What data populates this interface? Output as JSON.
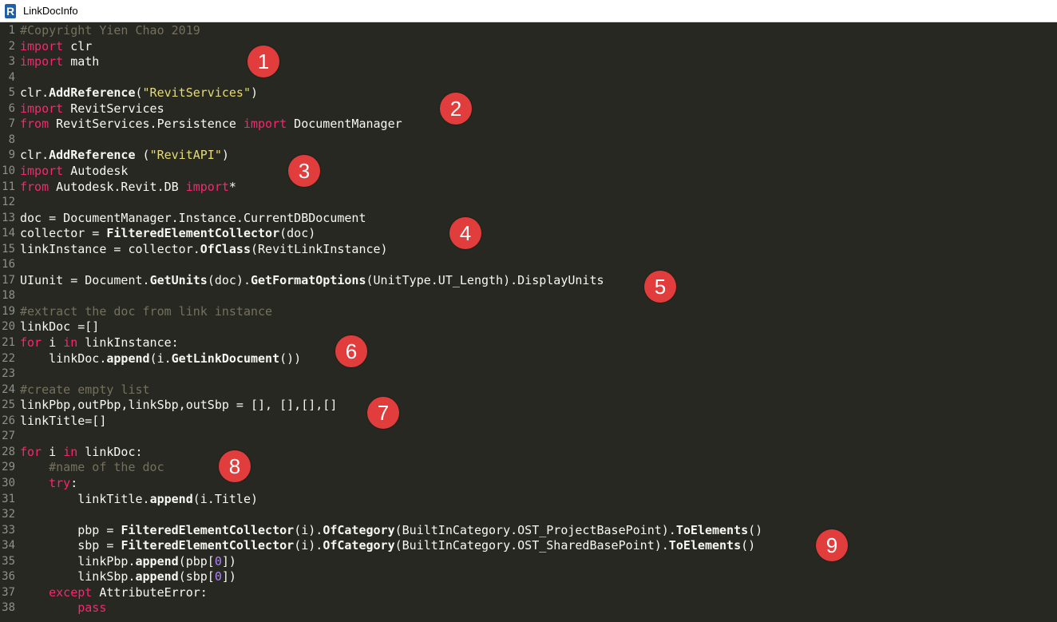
{
  "window": {
    "title": "LinkDocInfo",
    "icon": "R"
  },
  "theme": {
    "background": "#272822",
    "text": "#f8f8f2",
    "keyword": "#f92672",
    "string": "#e6db74",
    "comment": "#75715e",
    "number": "#ae81ff",
    "line_number": "#8f908a",
    "badge": "#e23d3d"
  },
  "lines": [
    {
      "n": "1",
      "tokens": [
        {
          "t": "cm",
          "v": "#Copyright Yien Chao 2019"
        }
      ]
    },
    {
      "n": "2",
      "tokens": [
        {
          "t": "kw",
          "v": "import"
        },
        {
          "t": "tx",
          "v": " clr"
        }
      ]
    },
    {
      "n": "3",
      "tokens": [
        {
          "t": "kw",
          "v": "import"
        },
        {
          "t": "tx",
          "v": " math"
        }
      ]
    },
    {
      "n": "4",
      "tokens": []
    },
    {
      "n": "5",
      "tokens": [
        {
          "t": "tx",
          "v": "clr."
        },
        {
          "t": "fn",
          "v": "AddReference"
        },
        {
          "t": "tx",
          "v": "("
        },
        {
          "t": "str",
          "v": "\"RevitServices\""
        },
        {
          "t": "tx",
          "v": ")"
        }
      ]
    },
    {
      "n": "6",
      "tokens": [
        {
          "t": "kw",
          "v": "import"
        },
        {
          "t": "tx",
          "v": " RevitServices"
        }
      ]
    },
    {
      "n": "7",
      "tokens": [
        {
          "t": "kw",
          "v": "from"
        },
        {
          "t": "tx",
          "v": " RevitServices.Persistence "
        },
        {
          "t": "kw",
          "v": "import"
        },
        {
          "t": "tx",
          "v": " DocumentManager"
        }
      ]
    },
    {
      "n": "8",
      "tokens": []
    },
    {
      "n": "9",
      "tokens": [
        {
          "t": "tx",
          "v": "clr."
        },
        {
          "t": "fn",
          "v": "AddReference"
        },
        {
          "t": "tx",
          "v": " ("
        },
        {
          "t": "str",
          "v": "\"RevitAPI\""
        },
        {
          "t": "tx",
          "v": ")"
        }
      ]
    },
    {
      "n": "10",
      "tokens": [
        {
          "t": "kw",
          "v": "import"
        },
        {
          "t": "tx",
          "v": " Autodesk"
        }
      ]
    },
    {
      "n": "11",
      "tokens": [
        {
          "t": "kw",
          "v": "from"
        },
        {
          "t": "tx",
          "v": " Autodesk.Revit.DB "
        },
        {
          "t": "kw",
          "v": "import"
        },
        {
          "t": "tx",
          "v": "*"
        }
      ]
    },
    {
      "n": "12",
      "tokens": []
    },
    {
      "n": "13",
      "tokens": [
        {
          "t": "tx",
          "v": "doc = DocumentManager.Instance.CurrentDBDocument"
        }
      ]
    },
    {
      "n": "14",
      "tokens": [
        {
          "t": "tx",
          "v": "collector = "
        },
        {
          "t": "fn",
          "v": "FilteredElementCollector"
        },
        {
          "t": "tx",
          "v": "(doc)"
        }
      ]
    },
    {
      "n": "15",
      "tokens": [
        {
          "t": "tx",
          "v": "linkInstance = collector."
        },
        {
          "t": "fn",
          "v": "OfClass"
        },
        {
          "t": "tx",
          "v": "(RevitLinkInstance)"
        }
      ]
    },
    {
      "n": "16",
      "tokens": []
    },
    {
      "n": "17",
      "tokens": [
        {
          "t": "tx",
          "v": "UIunit = Document."
        },
        {
          "t": "fn",
          "v": "GetUnits"
        },
        {
          "t": "tx",
          "v": "(doc)."
        },
        {
          "t": "fn",
          "v": "GetFormatOptions"
        },
        {
          "t": "tx",
          "v": "(UnitType.UT_Length).DisplayUnits"
        }
      ]
    },
    {
      "n": "18",
      "tokens": []
    },
    {
      "n": "19",
      "tokens": [
        {
          "t": "cm",
          "v": "#extract the doc from link instance"
        }
      ]
    },
    {
      "n": "20",
      "tokens": [
        {
          "t": "tx",
          "v": "linkDoc =[]"
        }
      ]
    },
    {
      "n": "21",
      "tokens": [
        {
          "t": "kw",
          "v": "for"
        },
        {
          "t": "tx",
          "v": " i "
        },
        {
          "t": "kw",
          "v": "in"
        },
        {
          "t": "tx",
          "v": " linkInstance:"
        }
      ]
    },
    {
      "n": "22",
      "tokens": [
        {
          "t": "tx",
          "v": "    linkDoc."
        },
        {
          "t": "fn",
          "v": "append"
        },
        {
          "t": "tx",
          "v": "(i."
        },
        {
          "t": "fn",
          "v": "GetLinkDocument"
        },
        {
          "t": "tx",
          "v": "())"
        }
      ]
    },
    {
      "n": "23",
      "tokens": []
    },
    {
      "n": "24",
      "tokens": [
        {
          "t": "cm",
          "v": "#create empty list"
        }
      ]
    },
    {
      "n": "25",
      "tokens": [
        {
          "t": "tx",
          "v": "linkPbp,outPbp,linkSbp,outSbp = [], [],[],[]"
        }
      ]
    },
    {
      "n": "26",
      "tokens": [
        {
          "t": "tx",
          "v": "linkTitle=[]"
        }
      ]
    },
    {
      "n": "27",
      "tokens": []
    },
    {
      "n": "28",
      "tokens": [
        {
          "t": "kw",
          "v": "for"
        },
        {
          "t": "tx",
          "v": " i "
        },
        {
          "t": "kw",
          "v": "in"
        },
        {
          "t": "tx",
          "v": " linkDoc:"
        }
      ]
    },
    {
      "n": "29",
      "tokens": [
        {
          "t": "tx",
          "v": "    "
        },
        {
          "t": "cm",
          "v": "#name of the doc"
        }
      ]
    },
    {
      "n": "30",
      "tokens": [
        {
          "t": "tx",
          "v": "    "
        },
        {
          "t": "kw",
          "v": "try"
        },
        {
          "t": "tx",
          "v": ":"
        }
      ]
    },
    {
      "n": "31",
      "tokens": [
        {
          "t": "tx",
          "v": "        linkTitle."
        },
        {
          "t": "fn",
          "v": "append"
        },
        {
          "t": "tx",
          "v": "(i.Title)"
        }
      ]
    },
    {
      "n": "32",
      "tokens": []
    },
    {
      "n": "33",
      "tokens": [
        {
          "t": "tx",
          "v": "        pbp = "
        },
        {
          "t": "fn",
          "v": "FilteredElementCollector"
        },
        {
          "t": "tx",
          "v": "(i)."
        },
        {
          "t": "fn",
          "v": "OfCategory"
        },
        {
          "t": "tx",
          "v": "(BuiltInCategory.OST_ProjectBasePoint)."
        },
        {
          "t": "fn",
          "v": "ToElements"
        },
        {
          "t": "tx",
          "v": "()"
        }
      ]
    },
    {
      "n": "34",
      "tokens": [
        {
          "t": "tx",
          "v": "        sbp = "
        },
        {
          "t": "fn",
          "v": "FilteredElementCollector"
        },
        {
          "t": "tx",
          "v": "(i)."
        },
        {
          "t": "fn",
          "v": "OfCategory"
        },
        {
          "t": "tx",
          "v": "(BuiltInCategory.OST_SharedBasePoint)."
        },
        {
          "t": "fn",
          "v": "ToElements"
        },
        {
          "t": "tx",
          "v": "()"
        }
      ]
    },
    {
      "n": "35",
      "tokens": [
        {
          "t": "tx",
          "v": "        linkPbp."
        },
        {
          "t": "fn",
          "v": "append"
        },
        {
          "t": "tx",
          "v": "(pbp["
        },
        {
          "t": "num",
          "v": "0"
        },
        {
          "t": "tx",
          "v": "])"
        }
      ]
    },
    {
      "n": "36",
      "tokens": [
        {
          "t": "tx",
          "v": "        linkSbp."
        },
        {
          "t": "fn",
          "v": "append"
        },
        {
          "t": "tx",
          "v": "(sbp["
        },
        {
          "t": "num",
          "v": "0"
        },
        {
          "t": "tx",
          "v": "])"
        }
      ]
    },
    {
      "n": "37",
      "tokens": [
        {
          "t": "tx",
          "v": "    "
        },
        {
          "t": "kw",
          "v": "except"
        },
        {
          "t": "tx",
          "v": " AttributeError:"
        }
      ]
    },
    {
      "n": "38",
      "tokens": [
        {
          "t": "tx",
          "v": "        "
        },
        {
          "t": "kw",
          "v": "pass"
        }
      ]
    }
  ],
  "badges": [
    "1",
    "2",
    "3",
    "4",
    "5",
    "6",
    "7",
    "8",
    "9"
  ]
}
